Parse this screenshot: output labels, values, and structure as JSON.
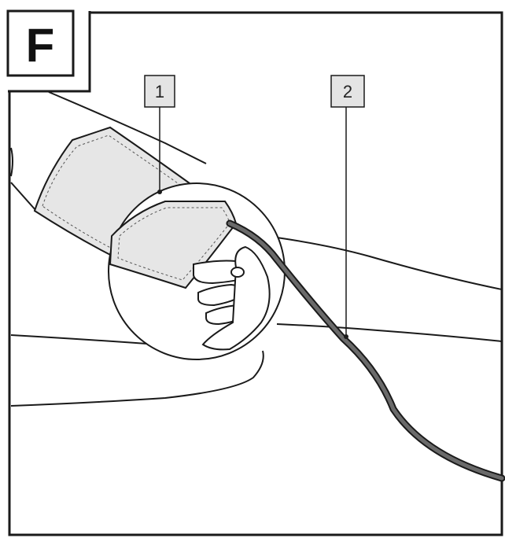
{
  "panel": {
    "letter": "F"
  },
  "callouts": [
    {
      "number": "1",
      "target": "cuff"
    },
    {
      "number": "2",
      "target": "air-tube"
    }
  ],
  "colors": {
    "line": "#1a1a1a",
    "cuff_fill": "#e6e6e6",
    "callout_box_fill": "#e4e4e4",
    "tube": "#555555",
    "background": "#ffffff"
  }
}
